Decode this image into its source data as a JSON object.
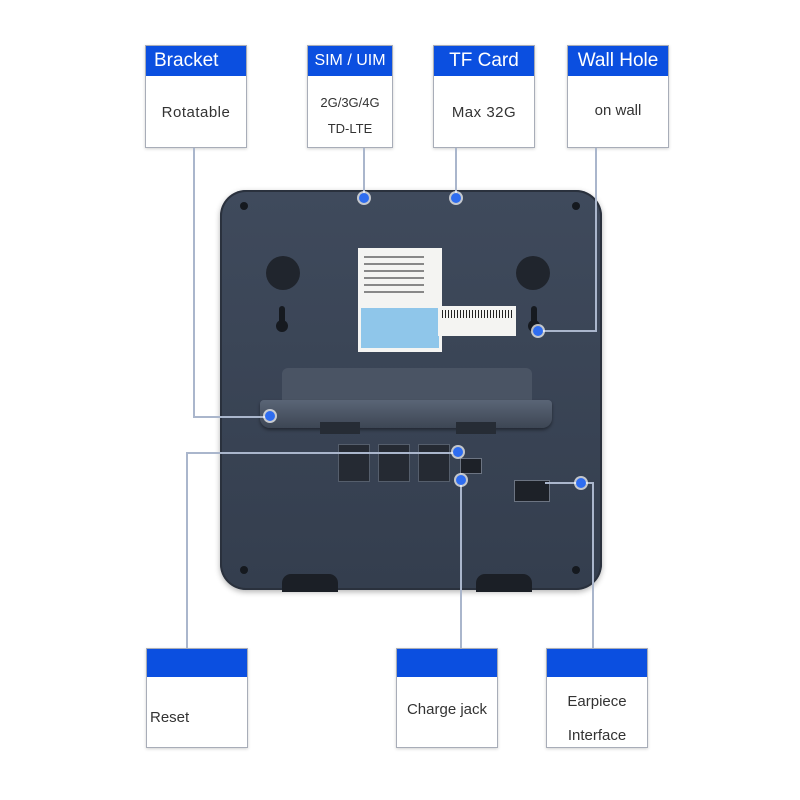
{
  "callouts": {
    "bracket": {
      "title": "Bracket",
      "lines": [
        "Rotatable"
      ]
    },
    "sim": {
      "title": "SIM / UIM",
      "lines": [
        "2G/3G/4G",
        "TD-LTE"
      ]
    },
    "tf_card": {
      "title": "TF Card",
      "lines": [
        "Max 32G"
      ]
    },
    "wall_hole": {
      "title": "Wall Hole",
      "lines": [
        "on wall"
      ]
    },
    "reset": {
      "title": "",
      "lines": [
        "Reset"
      ]
    },
    "charge_jack": {
      "title": "",
      "lines": [
        "Charge jack"
      ]
    },
    "earpiece": {
      "title": "",
      "lines": [
        "Earpiece",
        "Interface"
      ]
    }
  },
  "colors": {
    "accent": "#0b4fe0",
    "device": "#3a4456",
    "leader_line": "#aab6cc",
    "dot": "#2f6df0"
  }
}
